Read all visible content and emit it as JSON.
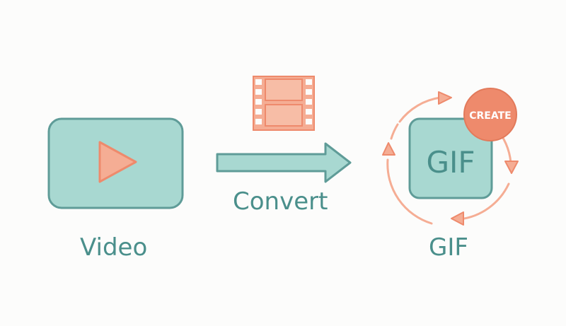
{
  "labels": {
    "video": "Video",
    "convert": "Convert",
    "gif": "GIF"
  },
  "gif_box_text": "GIF",
  "badge_text": "CREATE",
  "icons": {
    "video": "play-icon",
    "film": "film-strip-icon",
    "arrow": "arrow-right-icon",
    "cycle": "cycle-arrows-icon"
  },
  "colors": {
    "teal_fill": "#a8d8d1",
    "teal_stroke": "#5f9c98",
    "teal_text": "#4a8f8b",
    "coral_fill": "#f5ad94",
    "coral_stroke": "#ee8a6c",
    "background": "#fcfcfb"
  }
}
